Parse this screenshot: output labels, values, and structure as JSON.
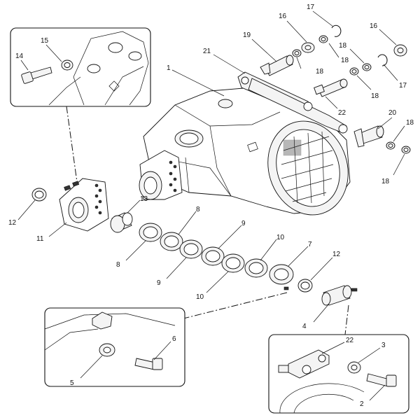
{
  "callouts": [
    {
      "id": "c1",
      "text": "1"
    },
    {
      "id": "c2",
      "text": "2"
    },
    {
      "id": "c3",
      "text": "3"
    },
    {
      "id": "c4",
      "text": "4"
    },
    {
      "id": "c5",
      "text": "5"
    },
    {
      "id": "c6",
      "text": "6"
    },
    {
      "id": "c7",
      "text": "7"
    },
    {
      "id": "c8a",
      "text": "8"
    },
    {
      "id": "c8b",
      "text": "8"
    },
    {
      "id": "c9a",
      "text": "9"
    },
    {
      "id": "c9b",
      "text": "9"
    },
    {
      "id": "c10a",
      "text": "10"
    },
    {
      "id": "c10b",
      "text": "10"
    },
    {
      "id": "c11",
      "text": "11"
    },
    {
      "id": "c12a",
      "text": "12"
    },
    {
      "id": "c12b",
      "text": "12"
    },
    {
      "id": "c13",
      "text": "13"
    },
    {
      "id": "c14",
      "text": "14"
    },
    {
      "id": "c15",
      "text": "15"
    },
    {
      "id": "c16a",
      "text": "16"
    },
    {
      "id": "c16b",
      "text": "16"
    },
    {
      "id": "c17a",
      "text": "17"
    },
    {
      "id": "c17b",
      "text": "17"
    },
    {
      "id": "c18a",
      "text": "18"
    },
    {
      "id": "c18b",
      "text": "18"
    },
    {
      "id": "c18c",
      "text": "18"
    },
    {
      "id": "c18d",
      "text": "18"
    },
    {
      "id": "c18e",
      "text": "18"
    },
    {
      "id": "c18f",
      "text": "18"
    },
    {
      "id": "c19",
      "text": "19"
    },
    {
      "id": "c20",
      "text": "20"
    },
    {
      "id": "c21",
      "text": "21"
    },
    {
      "id": "c22a",
      "text": "22"
    },
    {
      "id": "c22b",
      "text": "22"
    }
  ]
}
